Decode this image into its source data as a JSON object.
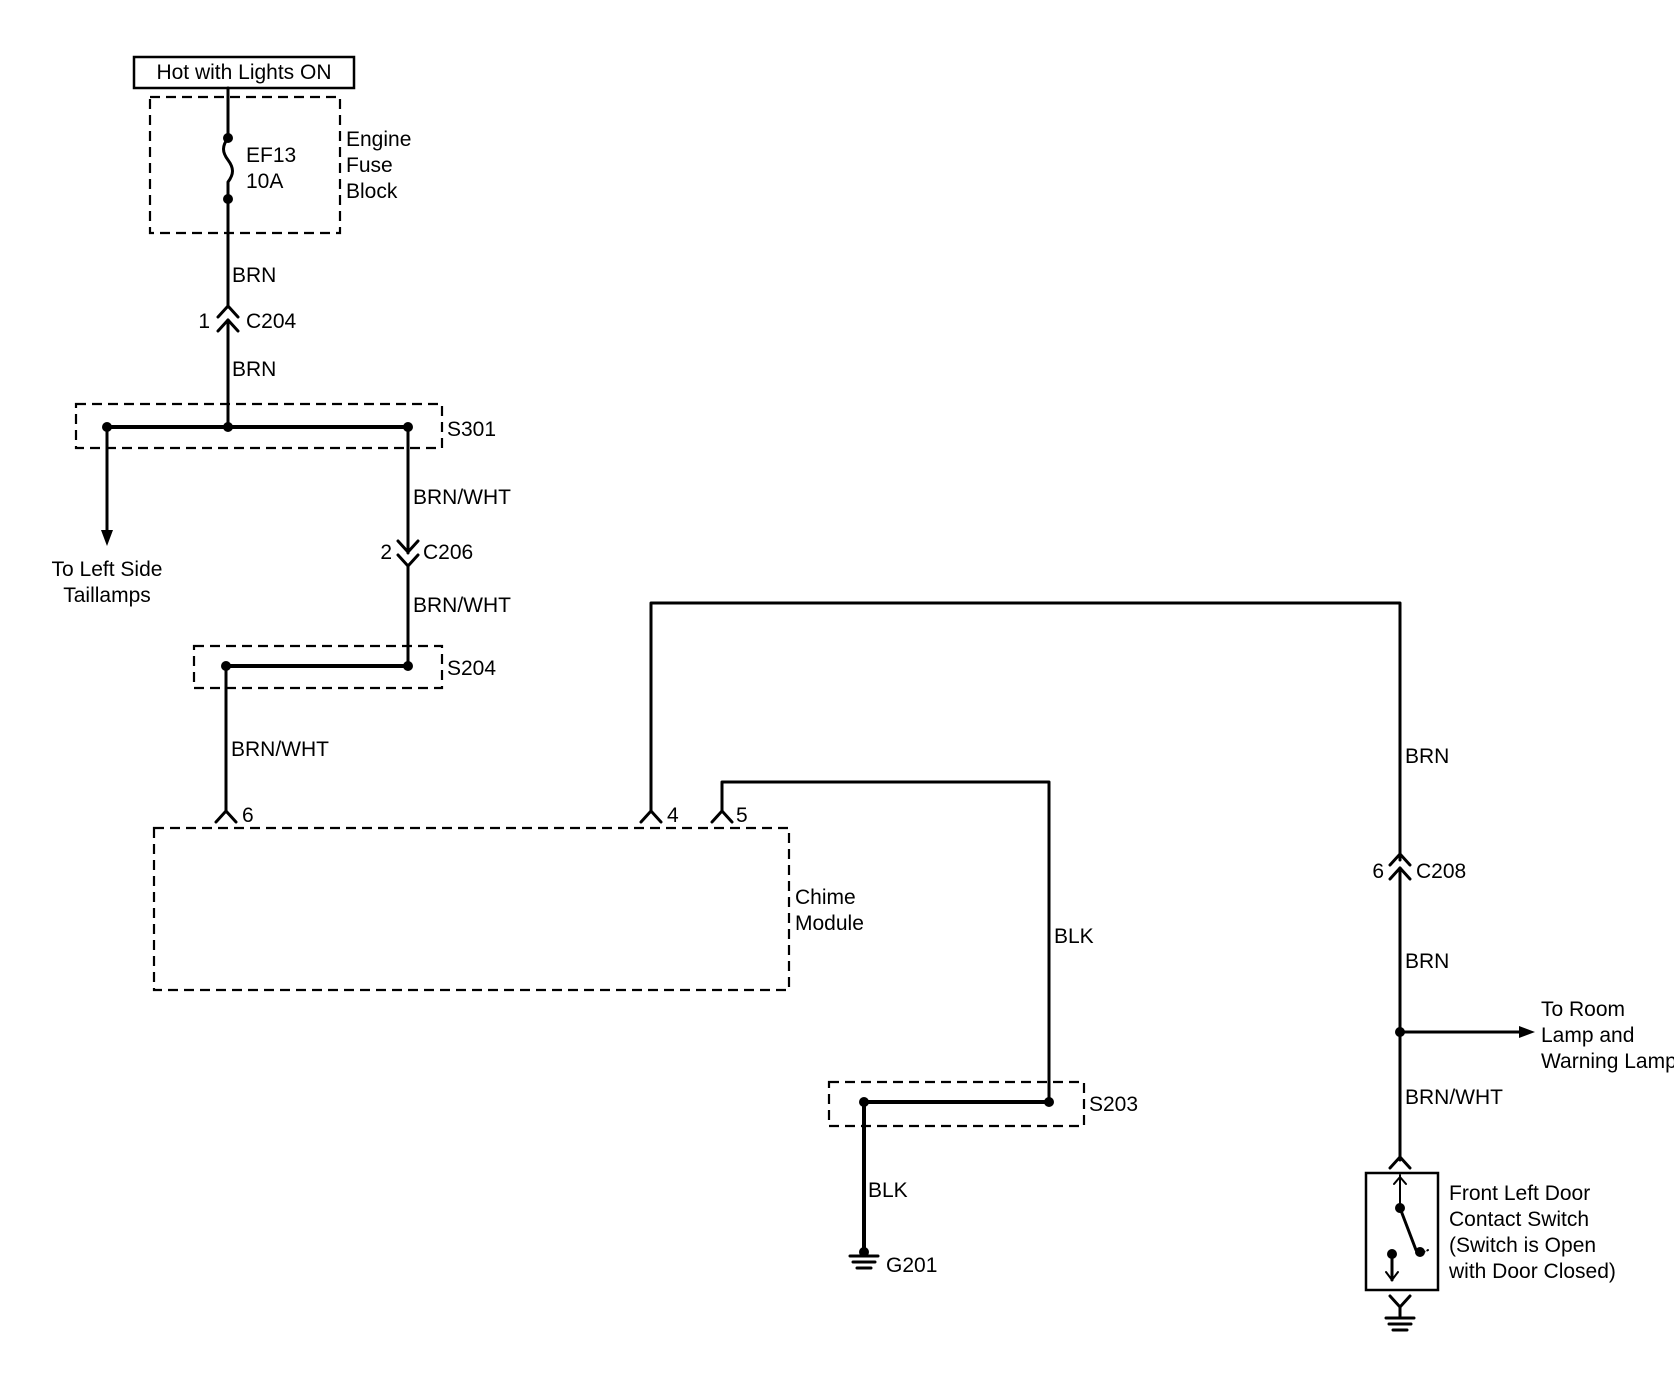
{
  "power": {
    "label": "Hot with Lights ON"
  },
  "fuse_block": {
    "fuse": "EF13",
    "rating": "10A",
    "label_lines": [
      "Engine",
      "Fuse",
      "Block"
    ]
  },
  "wires": {
    "w1": "BRN",
    "w2": "BRN",
    "w3": "BRN/WHT",
    "w4": "BRN/WHT",
    "w5": "BRN/WHT",
    "w6": "BLK",
    "w7": "BLK",
    "w8": "BRN",
    "w9": "BRN",
    "w10": "BRN/WHT"
  },
  "connectors": {
    "c204": {
      "name": "C204",
      "pin": "1"
    },
    "c206": {
      "name": "C206",
      "pin": "2"
    },
    "c208": {
      "name": "C208",
      "pin": "6"
    }
  },
  "splices": {
    "s301": "S301",
    "s204": "S204",
    "s203": "S203"
  },
  "taillamps": {
    "label_lines": [
      "To Left Side",
      "Taillamps"
    ]
  },
  "chime_module": {
    "label_lines": [
      "Chime",
      "Module"
    ],
    "pins": {
      "p6": "6",
      "p4": "4",
      "p5": "5"
    }
  },
  "ground": {
    "name": "G201"
  },
  "room_lamp": {
    "label_lines": [
      "To Room",
      "Lamp and",
      "Warning Lamp"
    ]
  },
  "door_switch": {
    "label_lines": [
      "Front Left Door",
      "Contact Switch",
      "(Switch is Open",
      "with Door Closed)"
    ]
  }
}
